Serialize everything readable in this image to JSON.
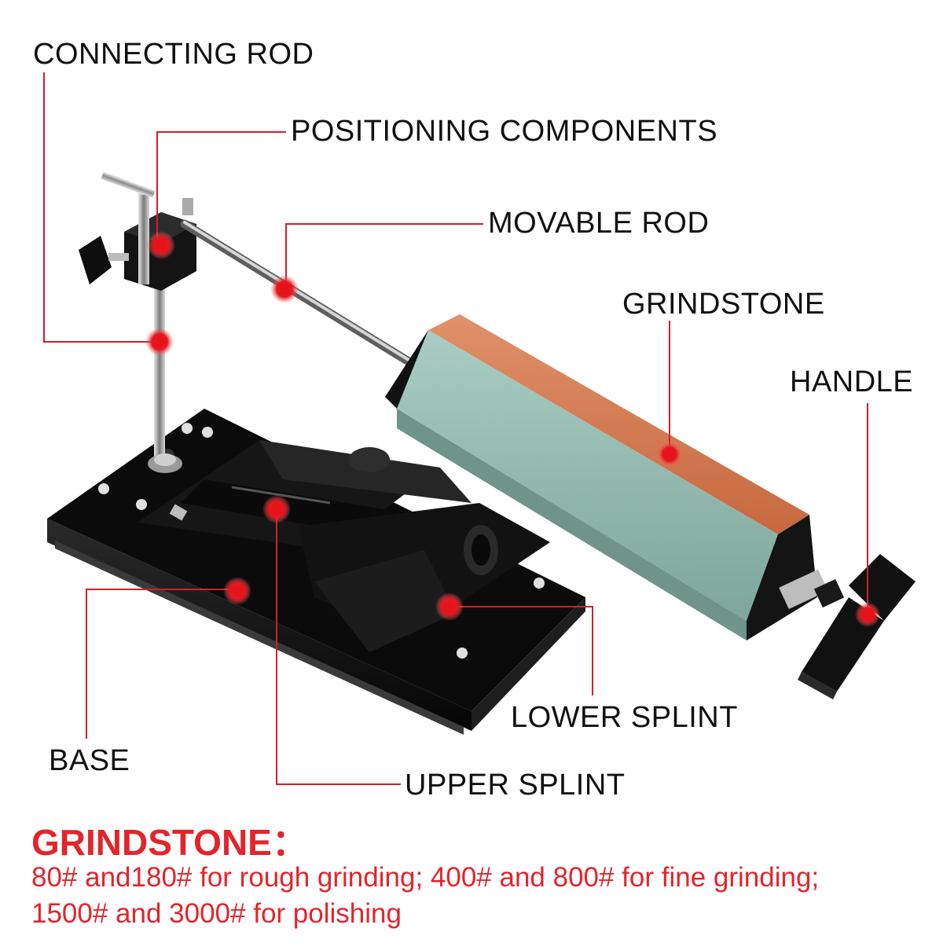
{
  "labels": {
    "connecting_rod": "CONNECTING ROD",
    "positioning_components": "POSITIONING COMPONENTS",
    "movable_rod": "MOVABLE ROD",
    "grindstone": "GRINDSTONE",
    "handle": "HANDLE",
    "lower_splint": "LOWER SPLINT",
    "base": "BASE",
    "upper_splint": "UPPER SPLINT"
  },
  "info": {
    "title": "GRINDSTONE：",
    "line1": "80# and180# for rough grinding; 400# and 800# for fine grinding;",
    "line2": "1500# and 3000# for polishing"
  },
  "colors": {
    "accent_red": "#e2252b",
    "callout_line": "#d0202a",
    "text": "#111111"
  }
}
